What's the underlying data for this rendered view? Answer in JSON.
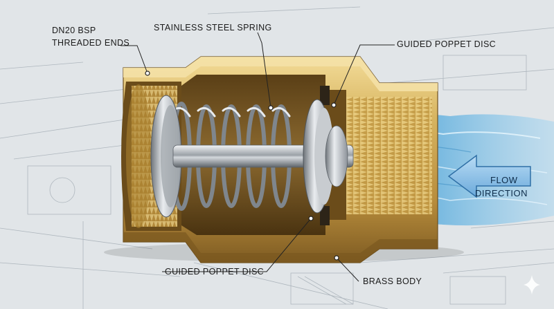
{
  "labels": {
    "threaded_ends_line1": "DN20 BSP",
    "threaded_ends_line2": "THREADED ENDS",
    "spring": "STAINLESS STEEL SPRING",
    "poppet_disc_top": "GUIDED POPPET DISC",
    "poppet_disc_bottom": "GUIDED POPPET DISC",
    "brass_body": "BRASS BODY"
  },
  "flow": {
    "line1": "FLOW",
    "line2": "DIRECTION"
  },
  "colors": {
    "brass": "#c9a24a",
    "brass_light": "#e8cd84",
    "brass_dark": "#8a6624",
    "steel": "#b9bdc2",
    "water": "#5aa8d8",
    "arrow": "#8fc3ea"
  }
}
